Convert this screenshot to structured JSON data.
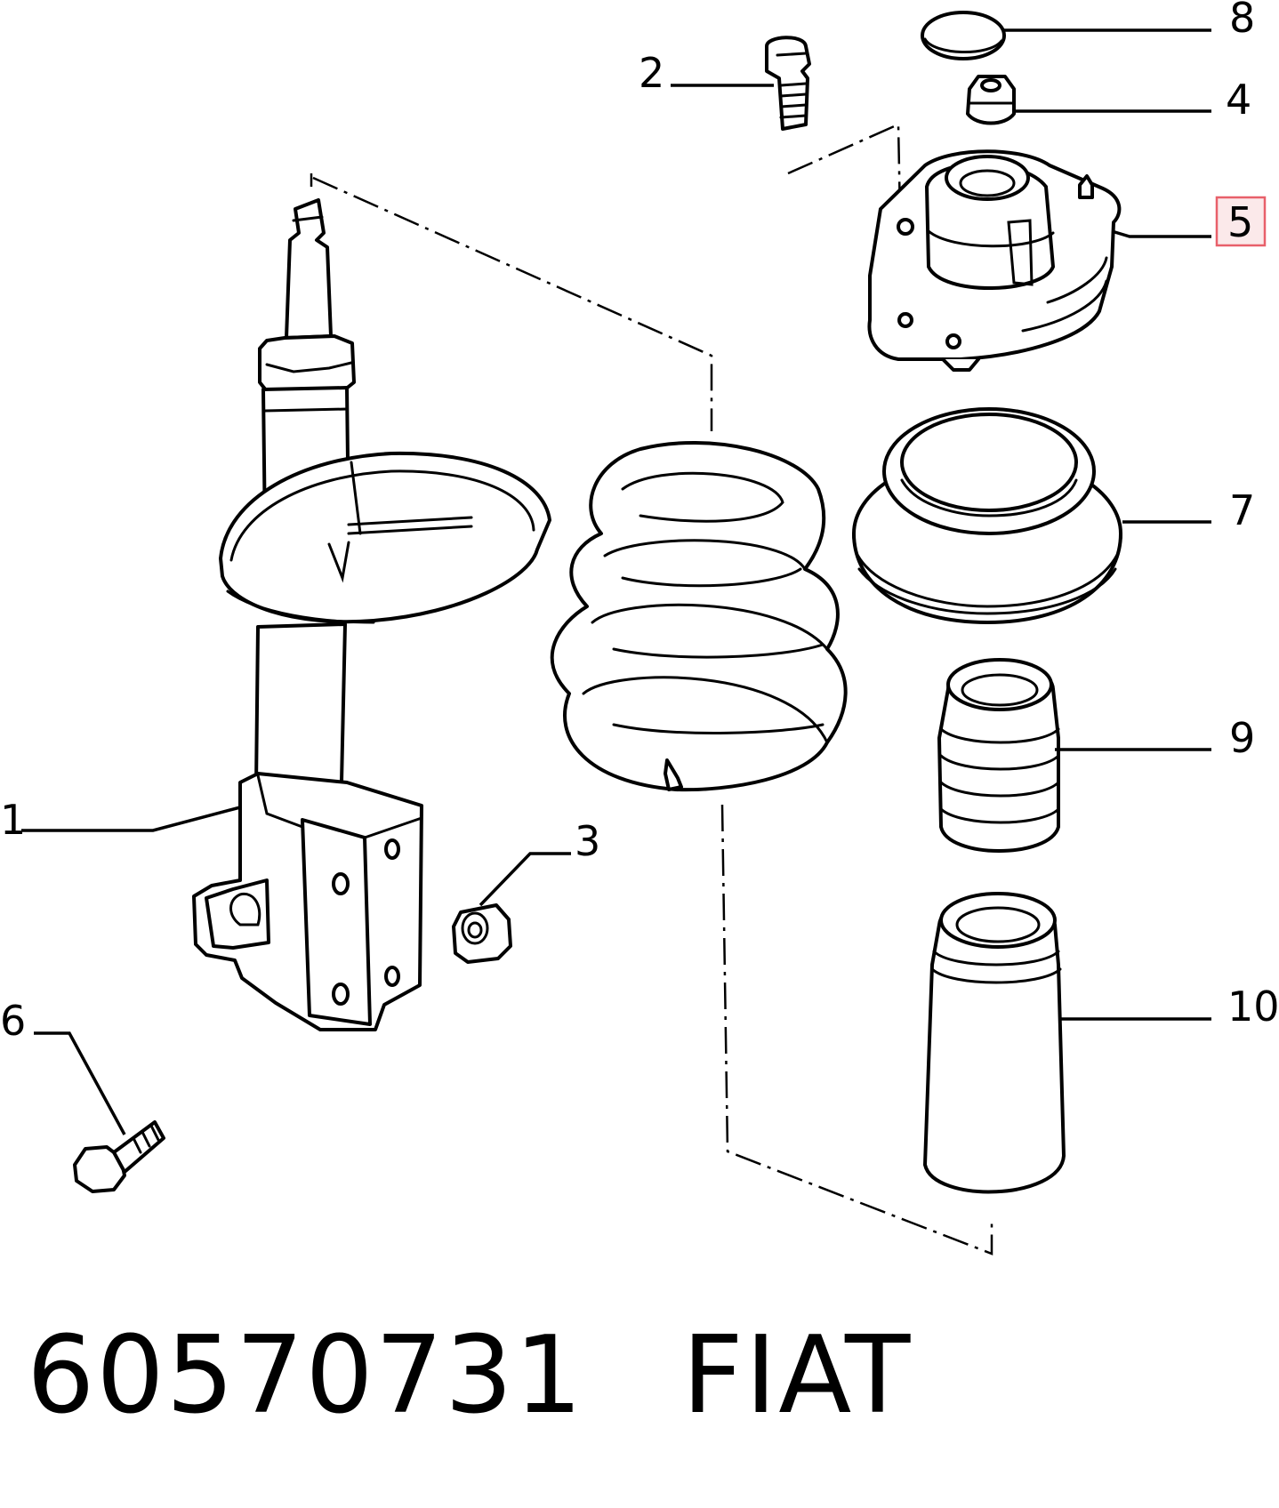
{
  "part_number": "60570731",
  "brand": "FIAT",
  "highlight_color": "#e8606a",
  "callouts": [
    {
      "id": "1",
      "label": "1"
    },
    {
      "id": "2",
      "label": "2"
    },
    {
      "id": "3",
      "label": "3"
    },
    {
      "id": "4",
      "label": "4"
    },
    {
      "id": "5",
      "label": "5",
      "highlighted": true
    },
    {
      "id": "6",
      "label": "6"
    },
    {
      "id": "7",
      "label": "7"
    },
    {
      "id": "8",
      "label": "8"
    },
    {
      "id": "9",
      "label": "9"
    },
    {
      "id": "10",
      "label": "10"
    }
  ]
}
